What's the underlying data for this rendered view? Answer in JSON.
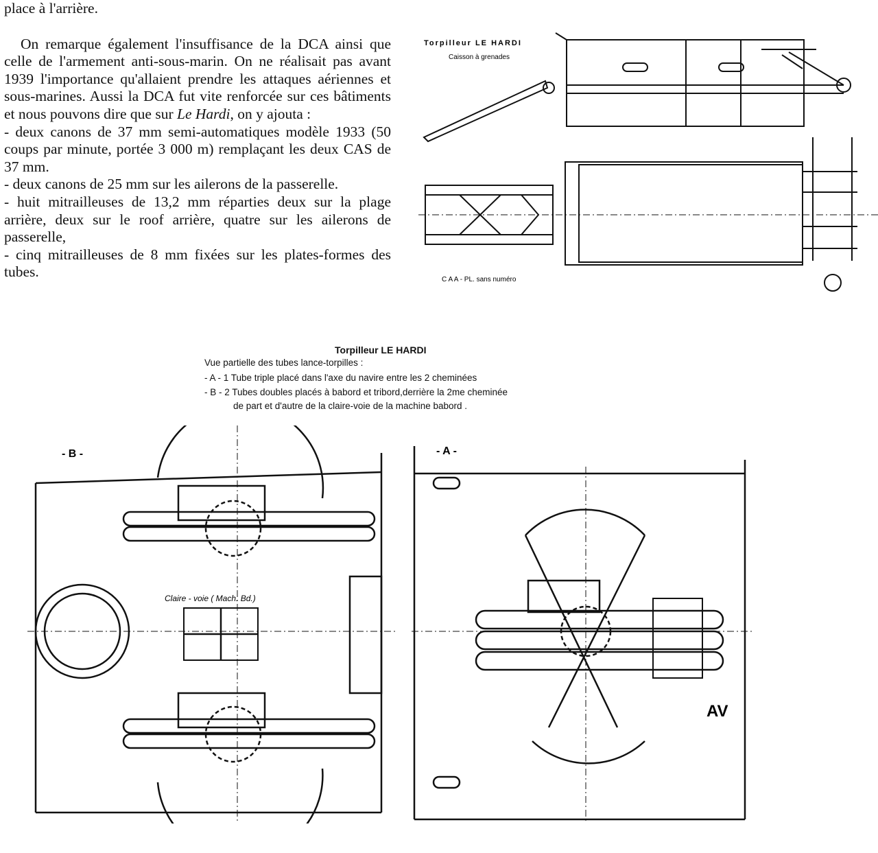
{
  "text": {
    "line0": "place à l'arrière.",
    "para1": "On remarque également l'insuffisance de la DCA ainsi que celle de l'armement anti-sous-marin. On ne réalisait pas avant 1939 l'importance qu'allaient prendre les attaques aériennes et sous-marines. Aussi la DCA fut vite renforcée sur ces bâtiments et nous pouvons dire que sur ",
    "para1_italic": "Le Hardi",
    "para1_end": ", on y ajouta :",
    "bullets": [
      "- deux canons de 37 mm semi-automatiques modèle 1933 (50 coups par minute, portée 3 000 m) remplaçant les deux CAS de 37 mm.",
      "- deux canons de 25 mm sur les ailerons de la passerelle.",
      "- huit mitrailleuses de 13,2 mm réparties deux sur la plage arrière, deux sur le roof arrière, quatre sur les ailerons de passerelle,",
      "- cinq mitrailleuses de 8 mm fixées sur les plates-formes des tubes."
    ]
  },
  "fig_top": {
    "title": "Torpilleur  LE HARDI",
    "subtitle": "Caisson à grenades",
    "credit": "C A A  - PL. sans numéro"
  },
  "fig_bottom": {
    "title": "Torpilleur   LE HARDI",
    "line1": "Vue partielle des tubes lance-torpilles :",
    "line2": "- A - 1 Tube triple placé dans l'axe du navire entre les 2 cheminées",
    "line3": "- B - 2 Tubes doubles placés à babord et tribord,derrière la 2me cheminée",
    "line4": "de part et d'autre de la claire-voie de la machine babord .",
    "label_b": "- B -",
    "label_a": "- A -",
    "claire_voie": "Claire - voie ( Mach. Bd.)",
    "av": "AV"
  }
}
